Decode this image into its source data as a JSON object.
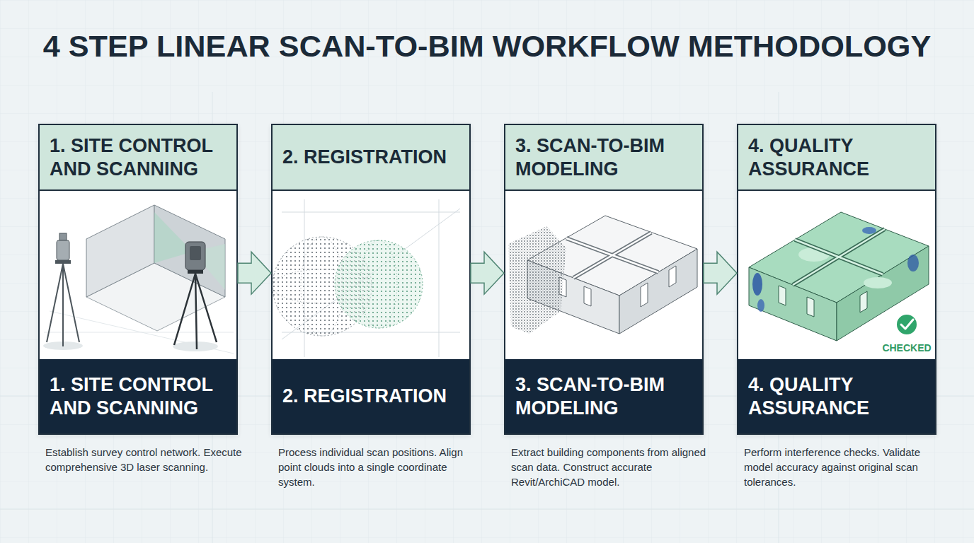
{
  "diagram": {
    "title": "4 STEP LINEAR SCAN-TO-BIM WORKFLOW METHODOLOGY",
    "nodes": [
      {
        "text": [
          "1. SITE CONTROL AND SCANNING",
          "1. SITE CONTROL AND SCANNING",
          "Establish survey control network. Execute comprehensive 3D laser scanning."
        ]
      },
      {
        "text": [
          "2. REGISTRATION",
          "2. REGISTRATION",
          "Process individual scan positions. Align point clouds into a single coordinate system."
        ]
      },
      {
        "text": [
          "3. SCAN-TO-BIM MODELING",
          "3. SCAN-TO-BIM MODELING",
          "Extract building components from aligned scan data. Construct accurate Revit/ArchiCAD model."
        ]
      },
      {
        "text": [
          "4. QUALITY ASSURANCE",
          "4. QUALITY ASSURANCE",
          "Perform interference checks. Validate model accuracy against original scan tolerances."
        ]
      }
    ],
    "edges": [
      {
        "from": 0,
        "to": 1,
        "arrow": "to"
      },
      {
        "from": 1,
        "to": 2,
        "arrow": "to"
      },
      {
        "from": 2,
        "to": 3,
        "arrow": "to"
      }
    ],
    "labels": [
      "CHECKED"
    ]
  }
}
